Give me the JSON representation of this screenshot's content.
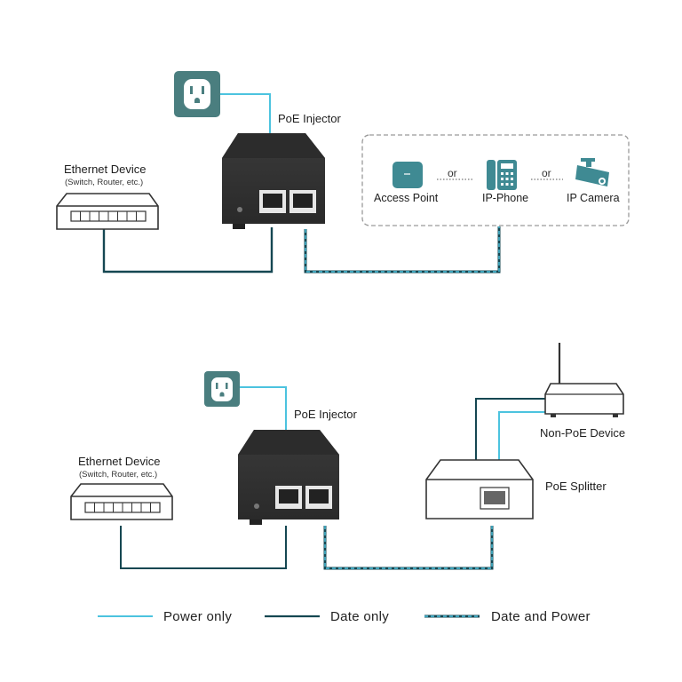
{
  "colors": {
    "power_only": "#4cc3df",
    "data_only": "#154752",
    "data_and_power": "#1e7a82",
    "device_dark": "#333333",
    "outlet_bg": "#4a7e7f",
    "icon_teal": "#3f8a93"
  },
  "diagram1": {
    "injector_label": "PoE Injector",
    "ethernet_label": "Ethernet Device",
    "ethernet_sub": "(Switch, Router, etc.)",
    "devices": [
      {
        "label": "Access Point",
        "icon": "access-point-icon"
      },
      {
        "label": "IP-Phone",
        "icon": "ip-phone-icon"
      },
      {
        "label": "IP Camera",
        "icon": "ip-camera-icon"
      }
    ],
    "or_text": "or"
  },
  "diagram2": {
    "injector_label": "PoE Injector",
    "ethernet_label": "Ethernet Device",
    "ethernet_sub": "(Switch, Router, etc.)",
    "splitter_label": "PoE Splitter",
    "non_poe_label": "Non-PoE Device"
  },
  "legend": [
    {
      "label": "Power only",
      "style": "power_only"
    },
    {
      "label": "Date only",
      "style": "data_only"
    },
    {
      "label": "Date and Power",
      "style": "data_and_power"
    }
  ]
}
